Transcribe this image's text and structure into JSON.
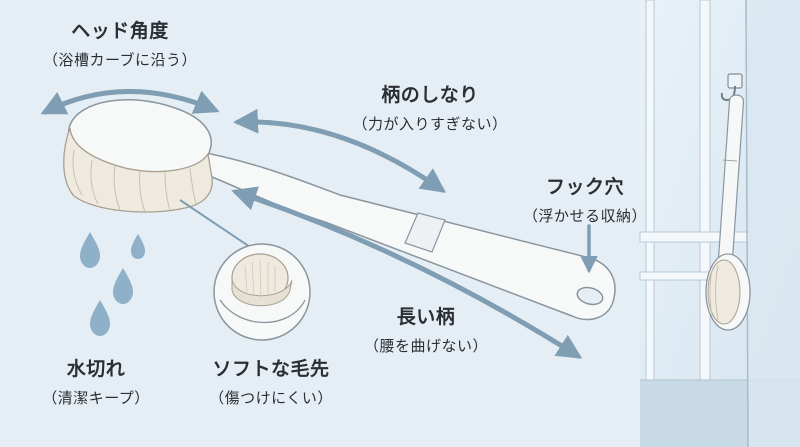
{
  "labels": {
    "head_angle": {
      "title": "ヘッド角度",
      "sub": "（浴槽カーブに沿う）"
    },
    "handle_flex": {
      "title": "柄のしなり",
      "sub": "（力が入りすぎない）"
    },
    "hook_hole": {
      "title": "フック穴",
      "sub": "（浮かせる収納）"
    },
    "long_handle": {
      "title": "長い柄",
      "sub": "（腰を曲げない）"
    },
    "drain": {
      "title": "水切れ",
      "sub": "（清潔キープ）"
    },
    "soft_bristles": {
      "title": "ソフトな毛先",
      "sub": "（傷つけにくい）"
    }
  },
  "colors": {
    "background": "#e6eef5",
    "brush_body": "#f7f8f8",
    "arrow": "#7f9db3",
    "water_drop": "#8fb0c9",
    "bristle": "#efeae0",
    "window_frame": "#f4f8fb",
    "wall_panel": "#d2e2ee"
  }
}
